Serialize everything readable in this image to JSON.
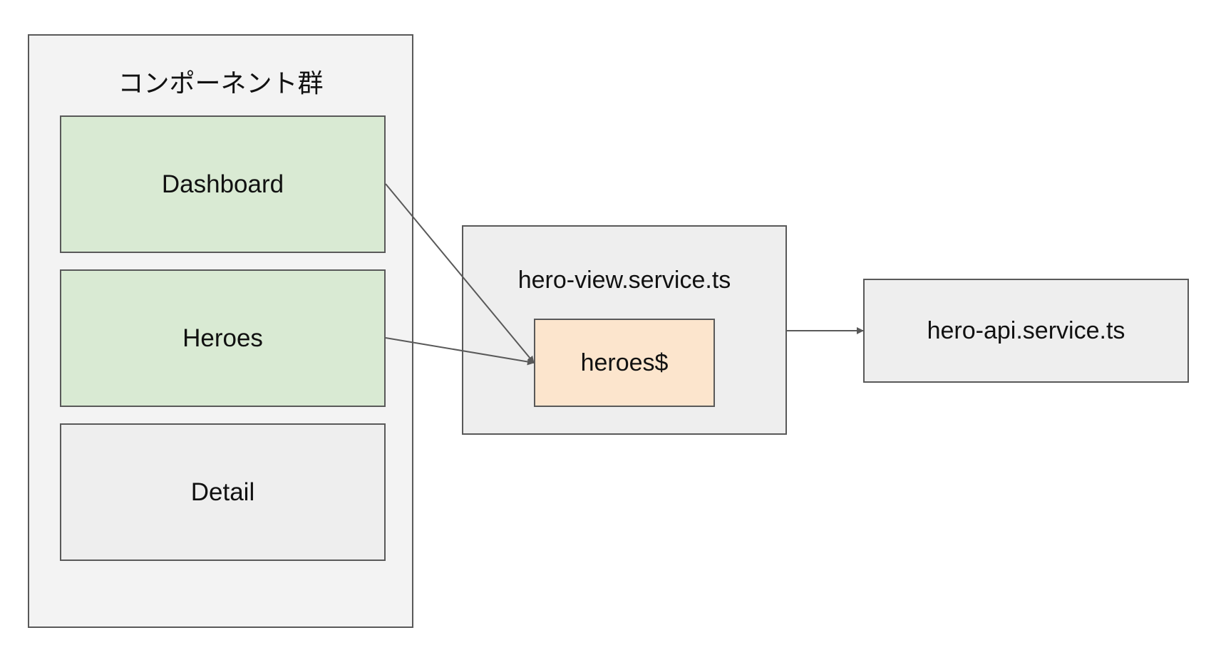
{
  "diagram": {
    "group": {
      "title": "コンポーネント群",
      "components": [
        {
          "label": "Dashboard",
          "fill": "#d9ead3"
        },
        {
          "label": "Heroes",
          "fill": "#d9ead3"
        },
        {
          "label": "Detail",
          "fill": "#eeeeee"
        }
      ]
    },
    "view_service": {
      "title": "hero-view.service.ts",
      "stream_label": "heroes$"
    },
    "api_service": {
      "title": "hero-api.service.ts"
    },
    "colors": {
      "border": "#595959",
      "group_fill": "#f3f3f3",
      "service_fill": "#eeeeee",
      "stream_fill": "#fce5cd",
      "arrow": "#595959"
    },
    "edges": [
      {
        "from": "Dashboard",
        "to": "heroes$"
      },
      {
        "from": "Heroes",
        "to": "heroes$"
      },
      {
        "from": "hero-view.service.ts",
        "to": "hero-api.service.ts"
      }
    ]
  }
}
